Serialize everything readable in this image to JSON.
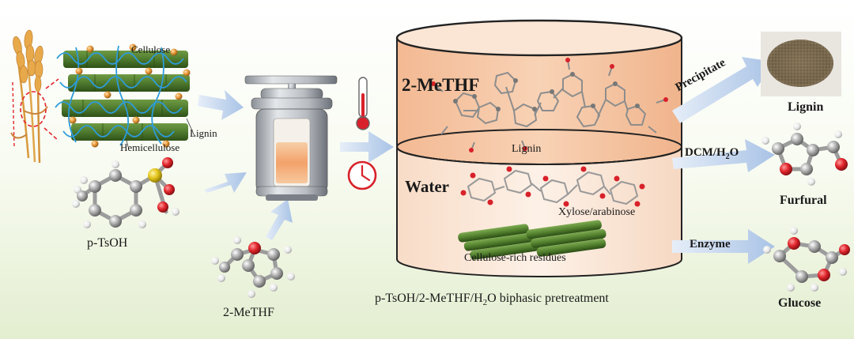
{
  "feedstock": {
    "cellulose_label": "Cellulose",
    "lignin_label": "Lignin",
    "hemicellulose_label": "Hemicellulose"
  },
  "reagents": {
    "catalyst_label": "p-TsOH",
    "solvent_label": "2-MeTHF"
  },
  "reactor": {
    "phase_top_label": "2-MeTHF",
    "phase_bottom_label": "Water",
    "lignin_in_phase_label": "Lignin",
    "sugars_label": "Xylose/arabinose",
    "residue_label": "Cellulose-rich residues",
    "caption_prefix": "p-TsOH/2-MeTHF/H",
    "caption_sub": "2",
    "caption_suffix": "O biphasic pretreatment"
  },
  "routes": {
    "precipitate_label": "Precipitate",
    "dcm_prefix": "DCM/H",
    "dcm_sub": "2",
    "dcm_suffix": "O",
    "enzyme_label": "Enzyme"
  },
  "products": {
    "lignin_label": "Lignin",
    "furfural_label": "Furfural",
    "glucose_label": "Glucose"
  },
  "colors": {
    "top_phase": "#f6c9a6",
    "bottom_phase": "#fbe9dc",
    "arrow": "#c5d8ef",
    "fiber_green": "#4e7a2e",
    "oxygen_red": "#d8212a"
  }
}
